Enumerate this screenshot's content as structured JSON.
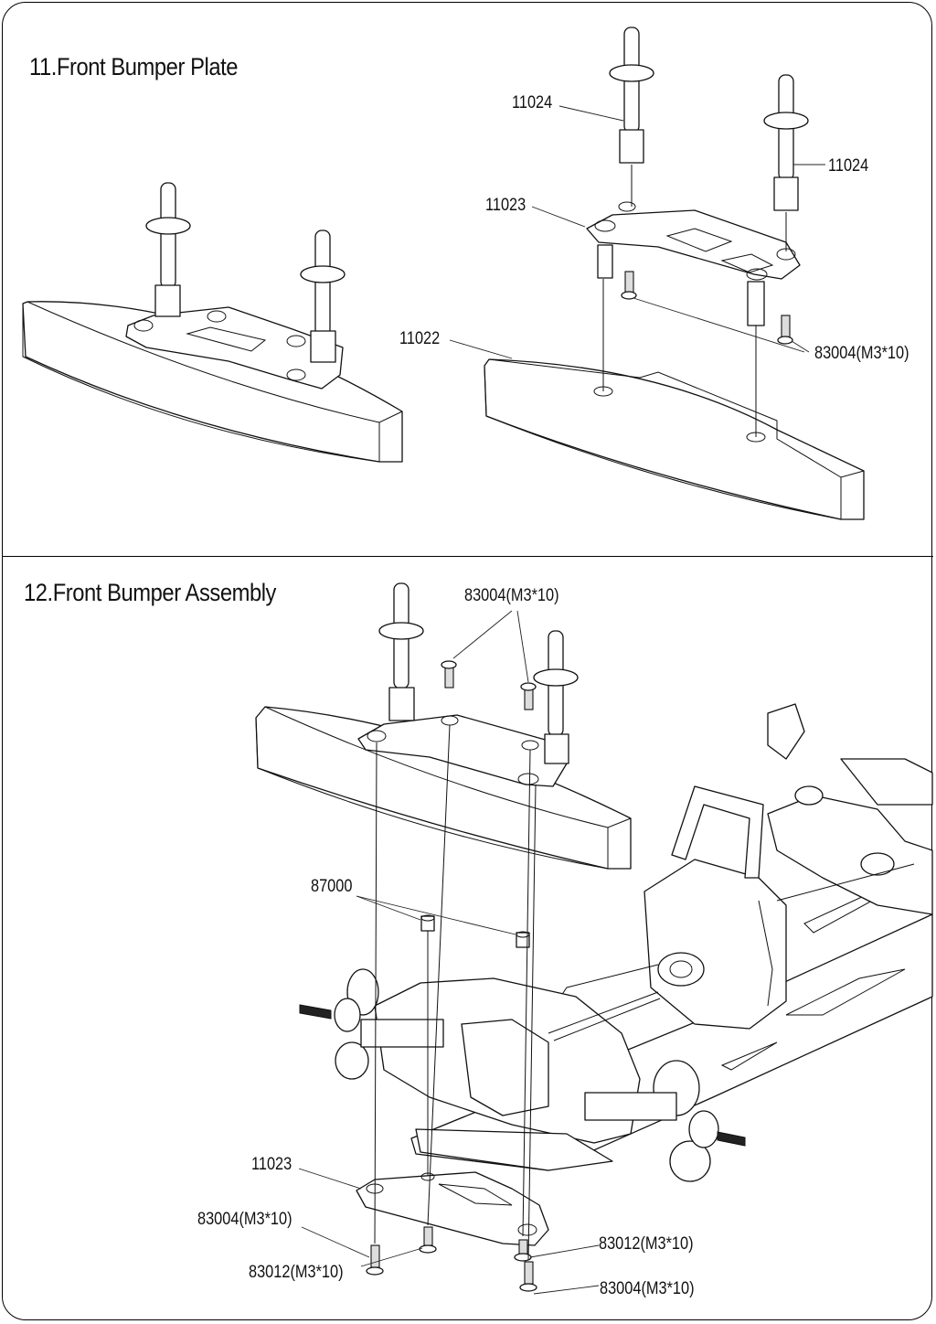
{
  "sections": [
    {
      "title": "11.Front Bumper Plate",
      "labels": [
        "11024",
        "11024",
        "11023",
        "11022",
        "83004(M3*10)"
      ]
    },
    {
      "title": "12.Front Bumper Assembly",
      "labels": [
        "83004(M3*10)",
        "87000",
        "11023",
        "83004(M3*10)",
        "83012(M3*10)",
        "83012(M3*10)",
        "83004(M3*10)"
      ]
    }
  ]
}
